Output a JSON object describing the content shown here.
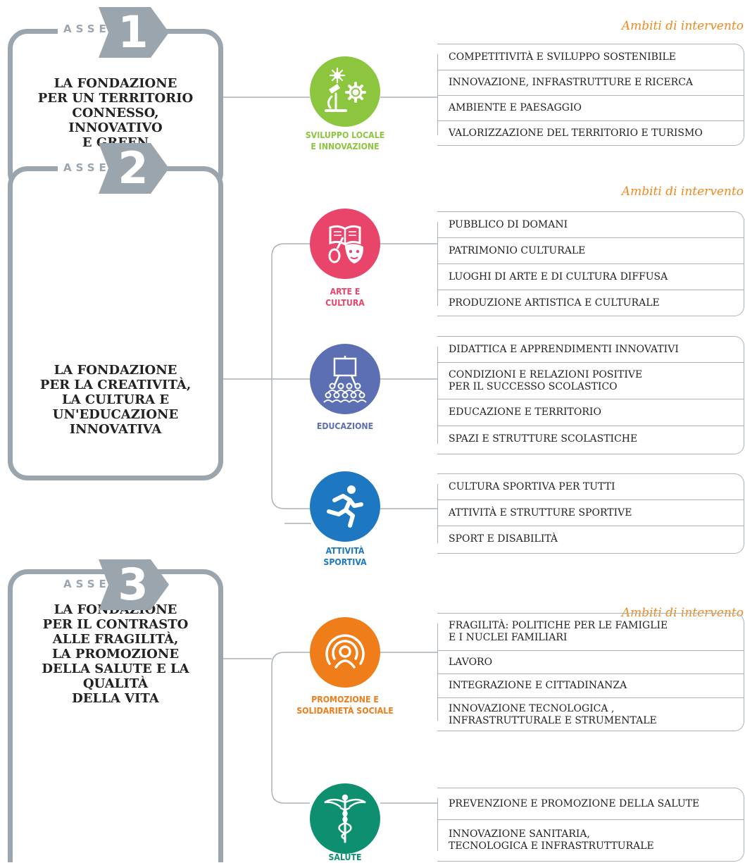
{
  "asse_word": "ASSE",
  "ambiti_heading": "Ambiti di intervento",
  "colors": {
    "asse_gray": "#9aa5ae",
    "ambiti_orange": "#f0891e",
    "sviluppo_green": "#8cc63f",
    "arte_pink": "#e9456b",
    "educazione_blue": "#5b6fb2",
    "sport_blue": "#1d78c1",
    "promozione_orange": "#ef7d1a",
    "salute_green": "#0e9070"
  },
  "assi": [
    {
      "number": "1",
      "title": "LA FONDAZIONE\nPER UN TERRITORIO\nCONNESSO,\nINNOVATIVO\nE GREEN",
      "sectors": [
        {
          "label": "SVILUPPO LOCALE\nE INNOVAZIONE",
          "icon": "microscope-gear-flower-icon",
          "items": [
            "COMPETITIVITÀ E SVILUPPO SOSTENIBILE",
            "INNOVAZIONE, INFRASTRUTTURE E RICERCA",
            "AMBIENTE E PAESAGGIO",
            "VALORIZZAZIONE DEL TERRITORIO E TURISMO"
          ]
        }
      ]
    },
    {
      "number": "2",
      "title": "LA FONDAZIONE\nPER LA CREATIVITÀ,\nLA CULTURA E\nUN'EDUCAZIONE\nINNOVATIVA",
      "sectors": [
        {
          "label": "ARTE E\nCULTURA",
          "icon": "book-violin-mask-icon",
          "items": [
            "PUBBLICO DI DOMANI",
            "PATRIMONIO CULTURALE",
            "LUOGHI DI ARTE E DI CULTURA DIFFUSA",
            "PRODUZIONE ARTISTICA E CULTURALE"
          ]
        },
        {
          "label": "EDUCAZIONE",
          "icon": "classroom-easel-icon",
          "items": [
            "DIDATTICA E APPRENDIMENTI INNOVATIVI",
            "CONDIZIONI E RELAZIONI POSITIVE\nPER IL SUCCESSO SCOLASTICO",
            "EDUCAZIONE E TERRITORIO",
            "SPAZI E STRUTTURE SCOLASTICHE"
          ]
        },
        {
          "label": "ATTIVITÀ\nSPORTIVA",
          "icon": "runner-icon",
          "items": [
            "CULTURA SPORTIVA PER TUTTI",
            "ATTIVITÀ E STRUTTURE SPORTIVE",
            "SPORT E DISABILITÀ"
          ]
        }
      ]
    },
    {
      "number": "3",
      "title": "LA FONDAZIONE\nPER IL CONTRASTO\nALLE FRAGILITÀ,\nLA PROMOZIONE\nDELLA SALUTE E LA\nQUALITÀ\nDELLA VITA",
      "sectors": [
        {
          "label": "PROMOZIONE E\nSOLIDARIETÀ SOCIALE",
          "icon": "person-signal-icon",
          "items": [
            "FRAGILITÀ: POLITICHE PER LE FAMIGLIE\nE I NUCLEI FAMILIARI",
            "LAVORO",
            "INTEGRAZIONE E CITTADINANZA",
            "INNOVAZIONE TECNOLOGICA ,\nINFRASTRUTTURALE E STRUMENTALE"
          ]
        },
        {
          "label": "SALUTE",
          "icon": "caduceus-icon",
          "items": [
            "PREVENZIONE E PROMOZIONE DELLA SALUTE",
            "INNOVAZIONE SANITARIA,\nTECNOLOGICA E INFRASTRUTTURALE"
          ]
        }
      ]
    }
  ]
}
